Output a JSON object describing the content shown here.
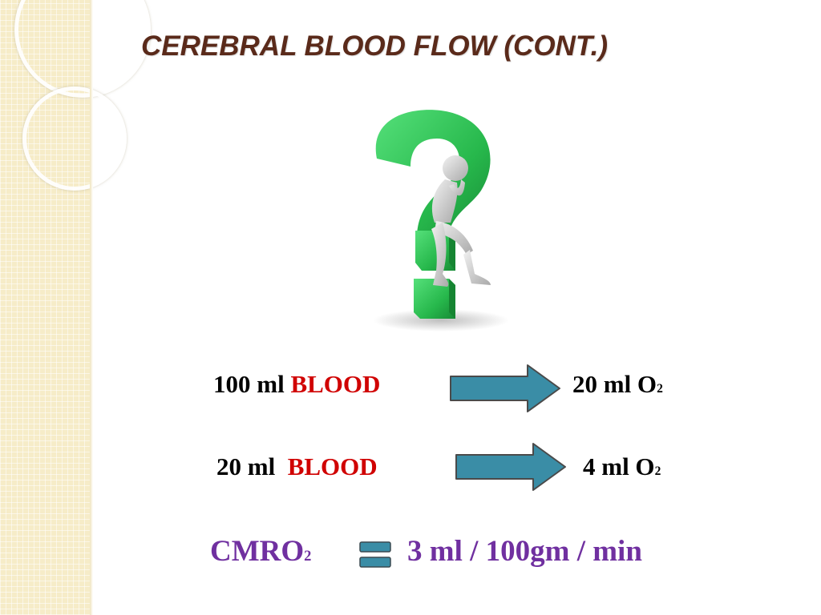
{
  "slide": {
    "title": "CEREBRAL BLOOD FLOW (CONT.)",
    "illustration_icon": "question-mark-thinking-figure-icon",
    "rows": [
      {
        "left_amount": "100 ml ",
        "left_highlight": "BLOOD",
        "right_text": "20 ml O",
        "right_sub": "2"
      },
      {
        "left_amount": "20 ml  ",
        "left_highlight": "BLOOD",
        "right_text": "4 ml O",
        "right_sub": "2"
      }
    ],
    "summary": {
      "label": "CMRO",
      "label_sub": "2",
      "value": "3 ml / 100gm / min"
    }
  },
  "colors": {
    "title": "#5a2a1a",
    "highlight": "#d00000",
    "summary": "#7030a0",
    "arrow_fill": "#3a8da6",
    "question_mark": "#2fc45a",
    "strip": "#f6ecc8"
  }
}
